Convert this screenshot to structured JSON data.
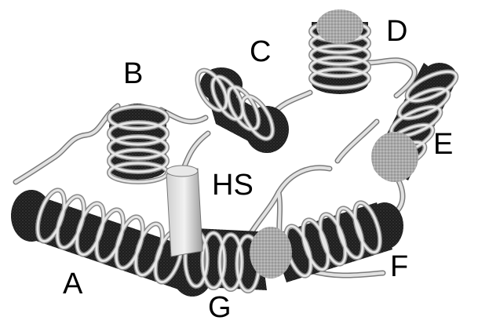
{
  "labels": {
    "a": "A",
    "b": "B",
    "c": "C",
    "d": "D",
    "e": "E",
    "f": "F",
    "g": "G",
    "hs": "HS"
  },
  "colors": {
    "helix_dark": "#1a1a1a",
    "helix_light": "#b8b8b8",
    "coil": "#d9d9d9",
    "coil_edge": "#7a7a7a",
    "background": "#ffffff"
  }
}
